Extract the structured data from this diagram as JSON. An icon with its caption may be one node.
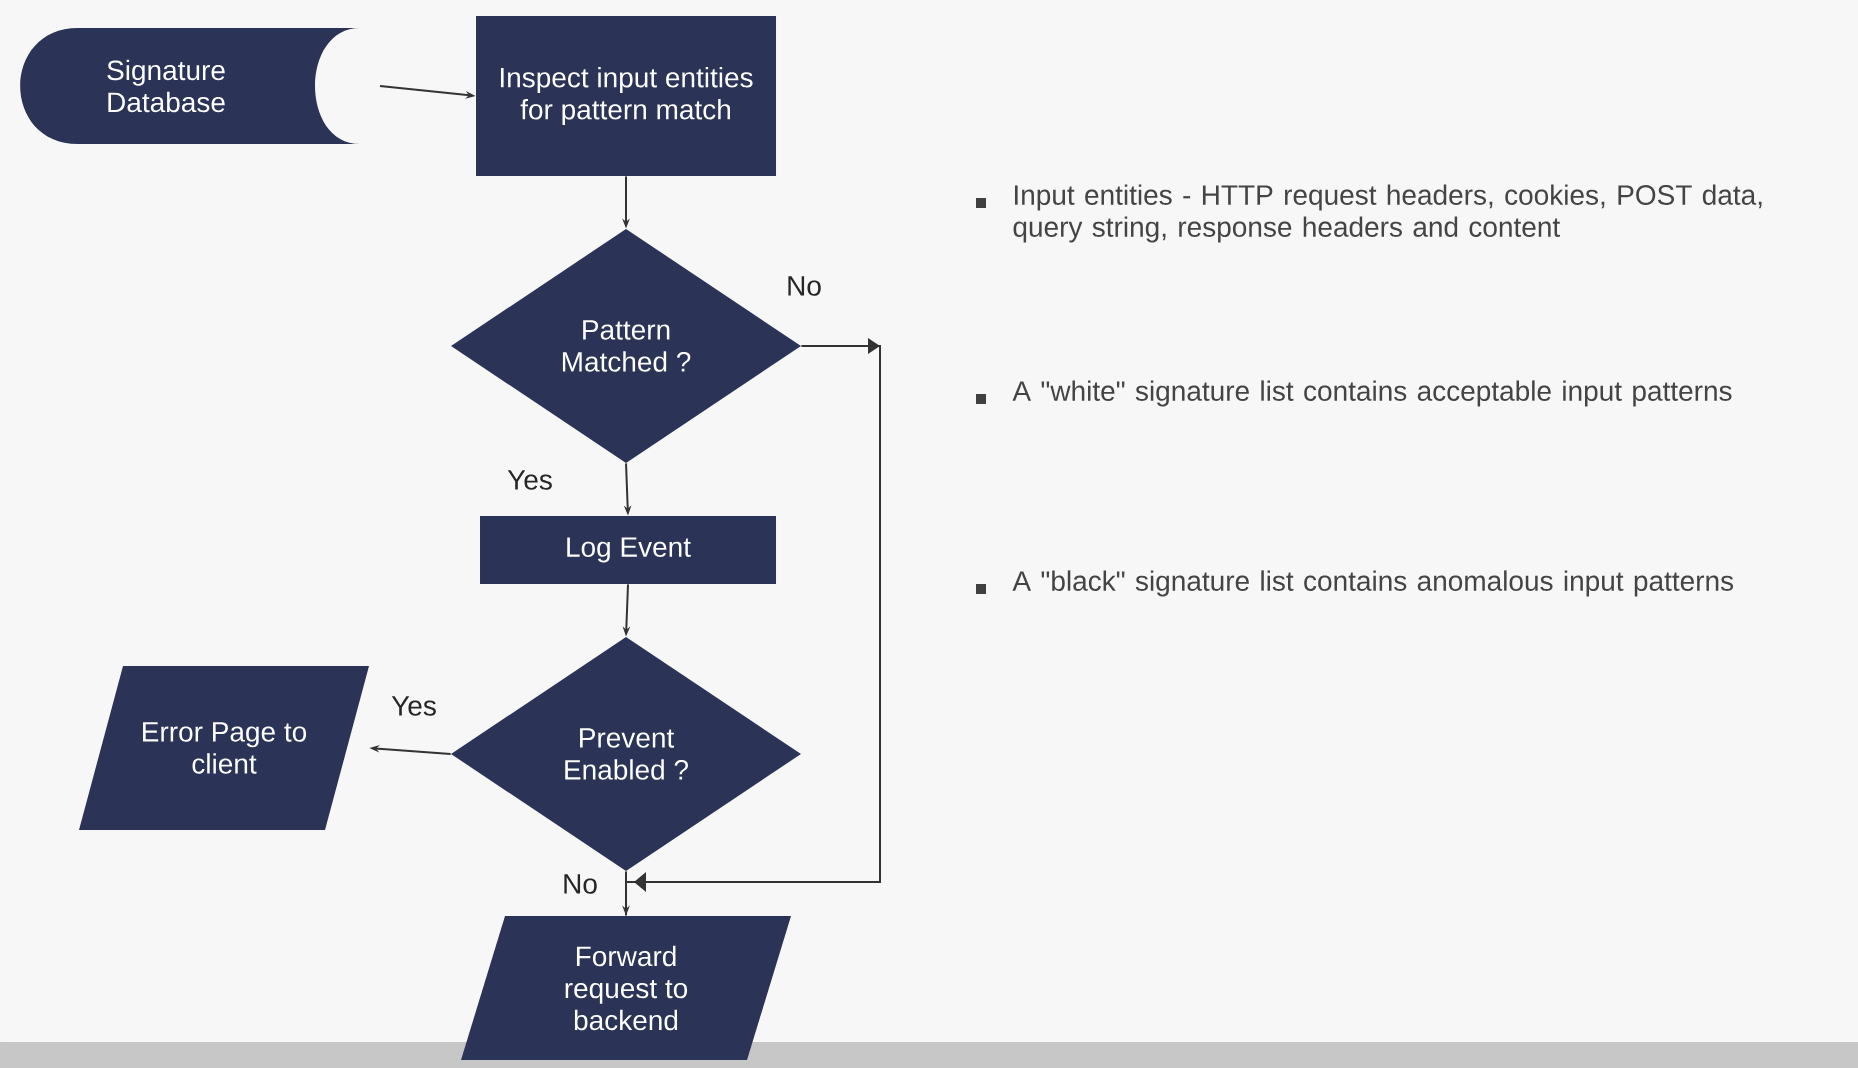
{
  "diagram": {
    "nodes": [
      {
        "text": [
          "Signature Database"
        ]
      },
      {
        "text": [
          "Inspect input entities for pattern match"
        ]
      },
      {
        "text": [
          "Pattern Matched ?"
        ]
      },
      {
        "text": [
          "Log Event"
        ]
      },
      {
        "text": [
          "Prevent Enabled ?"
        ]
      },
      {
        "text": [
          "Error Page to client"
        ]
      },
      {
        "text": [
          "Forward request to backend"
        ]
      }
    ],
    "edges": [
      {
        "from": 0,
        "to": 1,
        "arrow": "to"
      },
      {
        "from": 1,
        "to": 2,
        "arrow": "to"
      },
      {
        "from": 2,
        "to": 3,
        "arrow": "to",
        "label": "Yes"
      },
      {
        "from": 3,
        "to": 4,
        "arrow": "to"
      },
      {
        "from": 4,
        "to": 5,
        "arrow": "to",
        "label": "Yes"
      },
      {
        "from": 4,
        "to": 6,
        "arrow": "to",
        "label": "No"
      },
      {
        "from": 2,
        "to": 6,
        "arrow": "to",
        "label": "No"
      }
    ],
    "labels": [
      "Input entities - HTTP request headers, cookies, POST data, query string, response headers and content",
      "A \"white\" signature list contains acceptable input patterns",
      "A \"black\" signature list contains anomalous input patterns"
    ]
  }
}
